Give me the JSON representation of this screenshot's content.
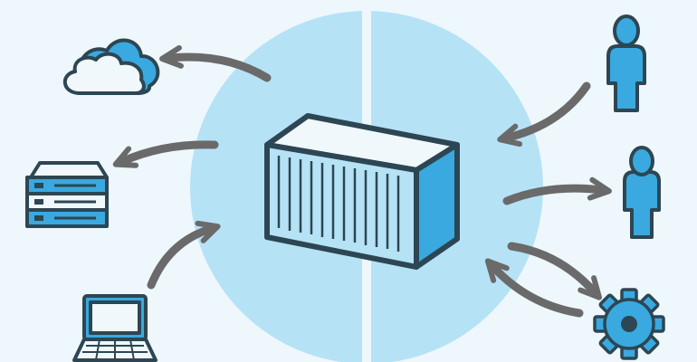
{
  "diagram": {
    "colors": {
      "background": "#eef7fc",
      "circle": "#b6e2f6",
      "divider": "#ffffff",
      "outline": "#2d4653",
      "accent_blue": "#39a9e0",
      "light_fill": "#f0f8fc",
      "arrow": "#6a6a6a"
    },
    "center": {
      "icon": "shipping-container-icon"
    },
    "nodes": [
      {
        "id": "cloud",
        "icon": "cloud-icon"
      },
      {
        "id": "server",
        "icon": "server-rack-icon"
      },
      {
        "id": "laptop",
        "icon": "laptop-icon"
      },
      {
        "id": "user-top",
        "icon": "user-icon"
      },
      {
        "id": "user-middle",
        "icon": "user-icon"
      },
      {
        "id": "gear",
        "icon": "gear-icon"
      }
    ],
    "connections": [
      {
        "from": "container",
        "to": "cloud",
        "direction": "outgoing"
      },
      {
        "from": "container",
        "to": "server",
        "direction": "outgoing"
      },
      {
        "from": "laptop",
        "to": "container",
        "direction": "incoming"
      },
      {
        "from": "user-top",
        "to": "container",
        "direction": "incoming"
      },
      {
        "from": "container",
        "to": "user-middle",
        "direction": "outgoing"
      },
      {
        "from": "container",
        "to": "gear",
        "direction": "bidirectional"
      }
    ]
  }
}
